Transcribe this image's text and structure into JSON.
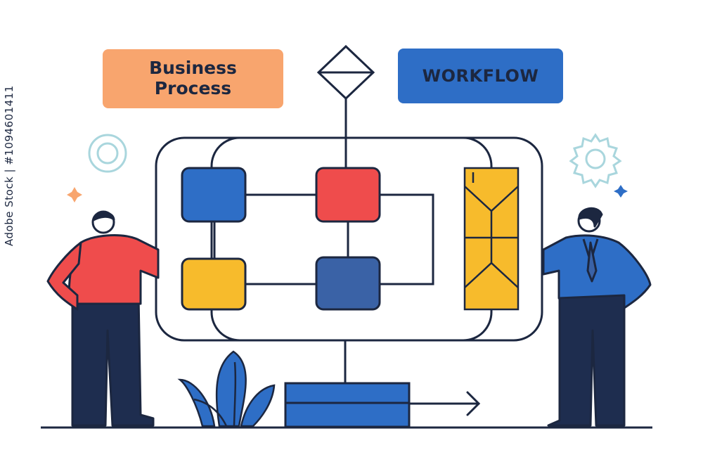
{
  "labels": {
    "business_process_line1": "Business",
    "business_process_line2": "Process",
    "workflow": "WORKFLOW"
  },
  "stock_id": "Adobe Stock | #1094601411",
  "colors": {
    "outline": "#1c2740",
    "orange": "#f8a56e",
    "blue": "#2e6ec6",
    "red": "#ef4c4c",
    "yellow": "#f7bb2c",
    "steel_blue": "#3a62a6",
    "navy": "#1e2d4f",
    "teal_decor": "#a9d6dd"
  },
  "icons": [
    "decision-diamond-icon",
    "gear-icon",
    "ring-icon",
    "sparkle-icon",
    "arrow-right-icon",
    "plant-icon"
  ]
}
